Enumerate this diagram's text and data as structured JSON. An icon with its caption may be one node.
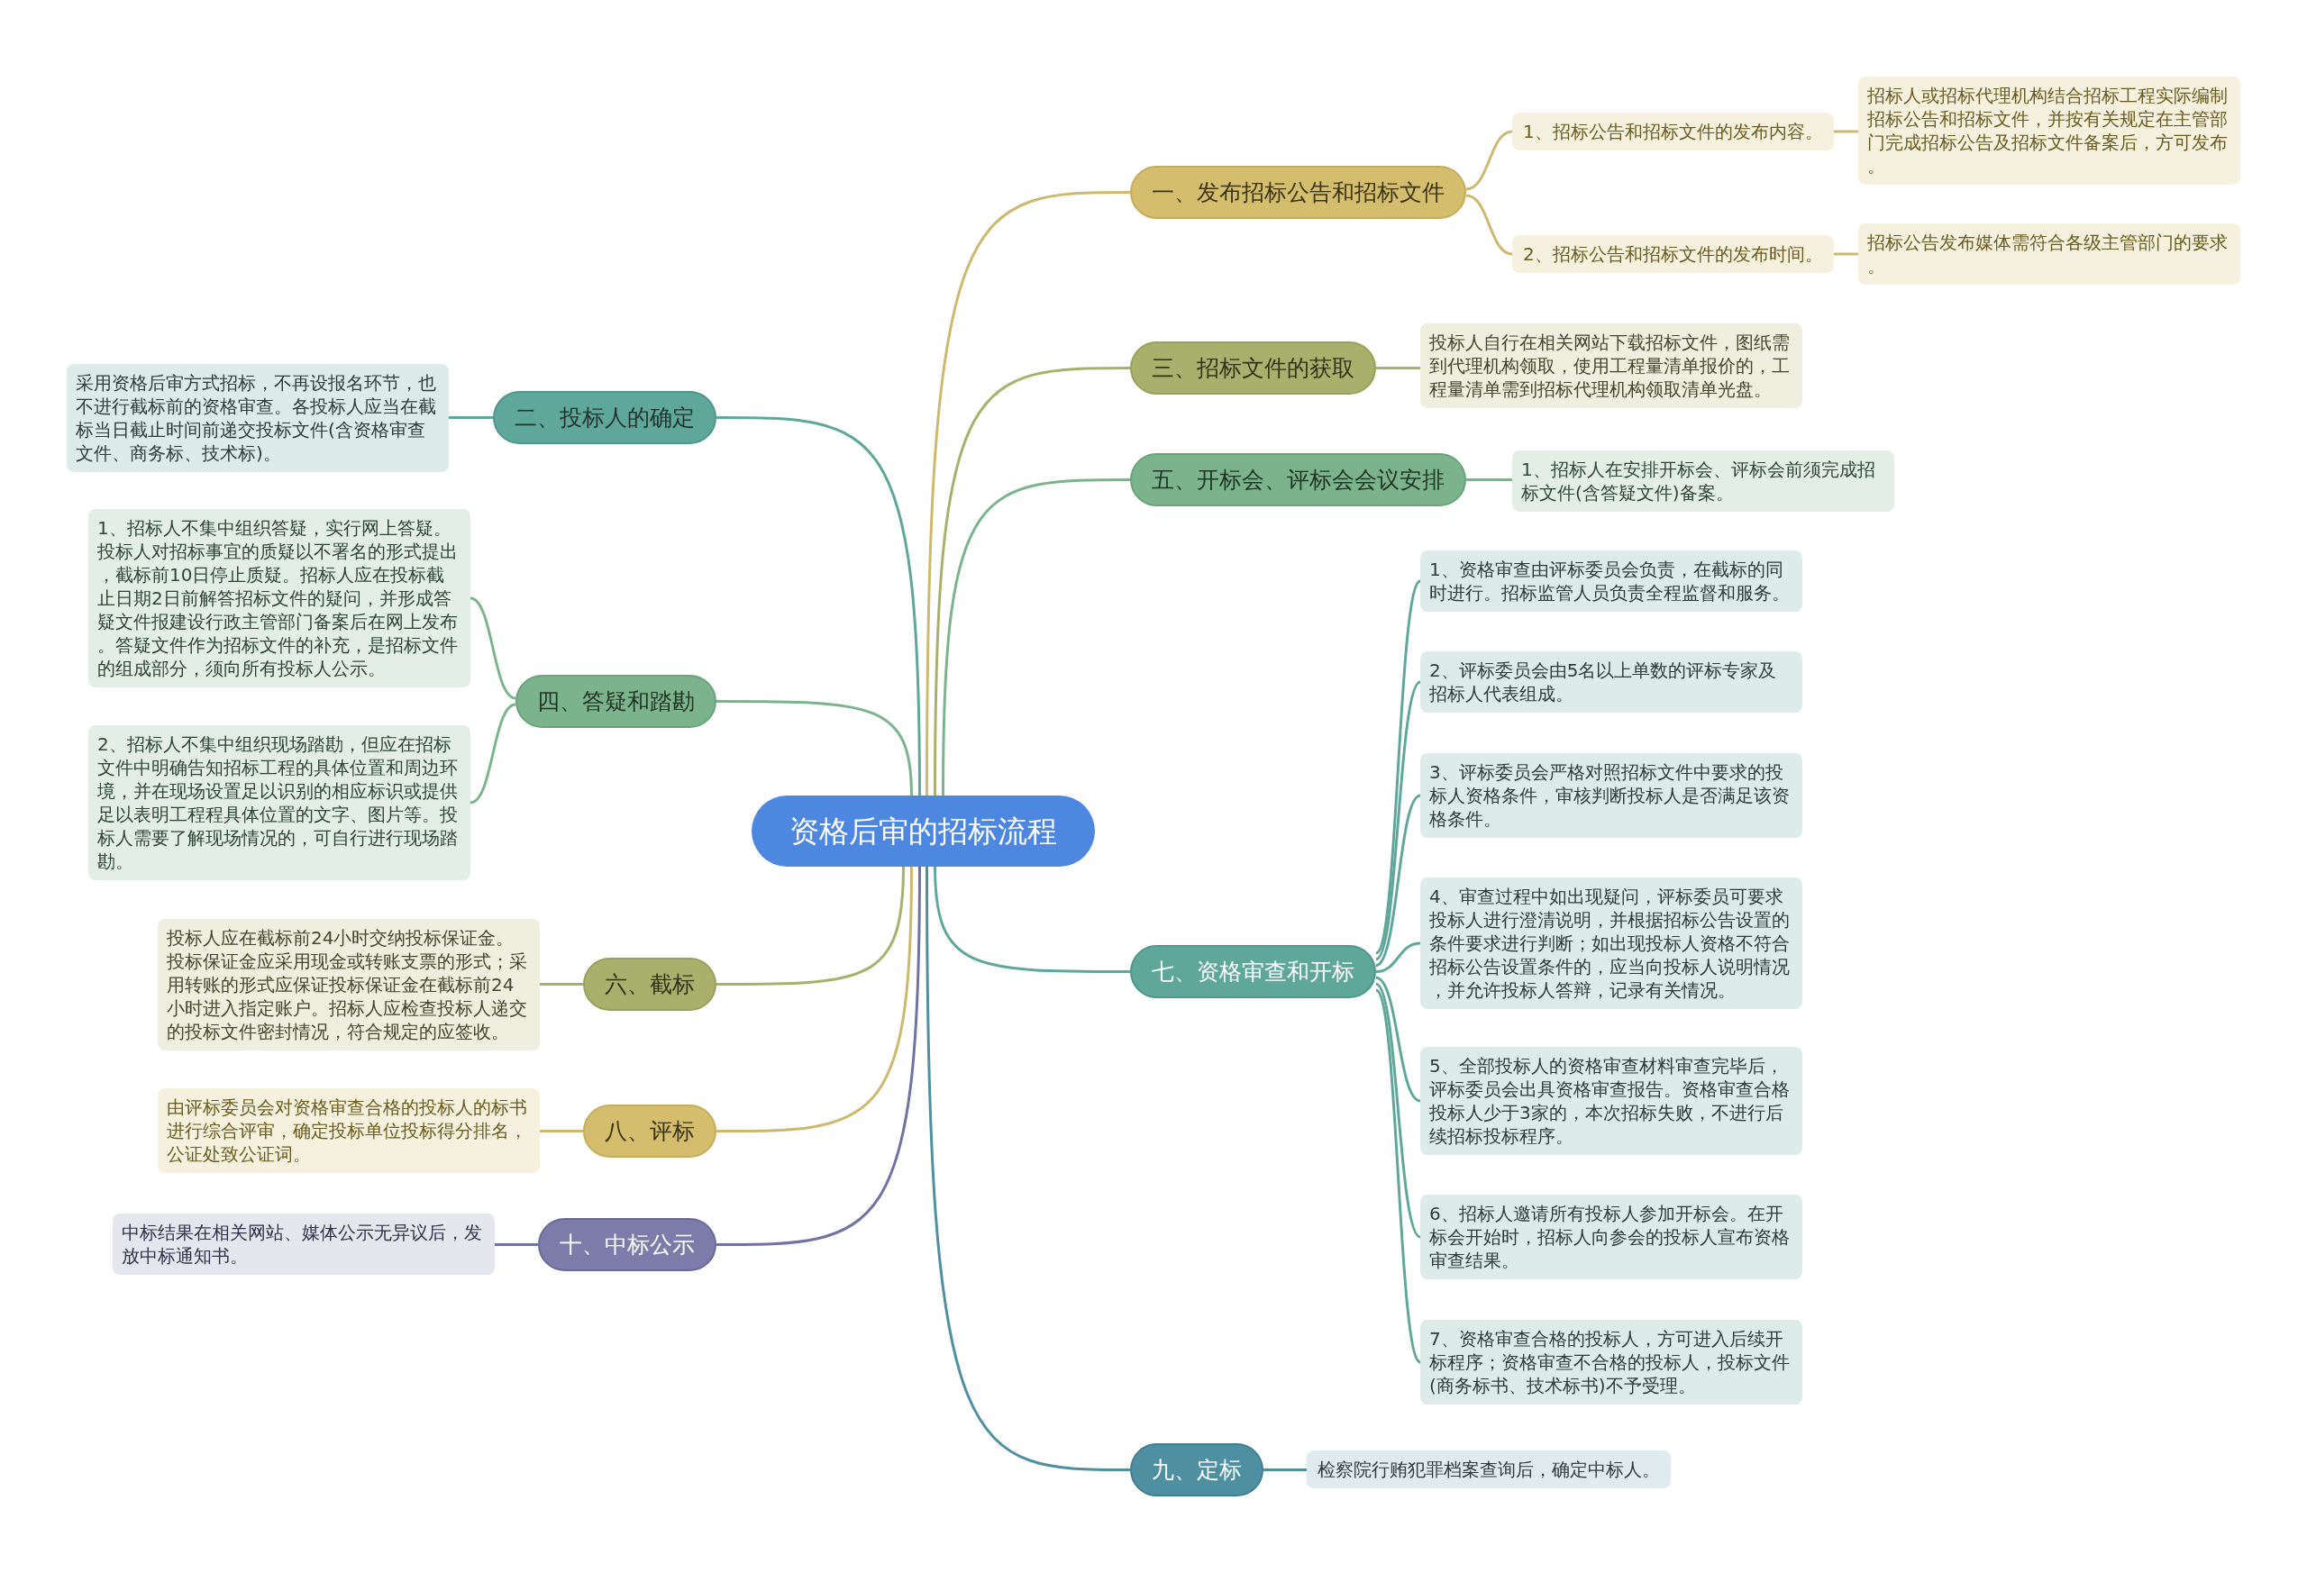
{
  "diagram": {
    "nodes": [
      {
        "text": [
          "资格后审的招标流程"
        ]
      },
      {
        "text": [
          "一、发布招标公告和招标文件"
        ]
      },
      {
        "text": [
          "1、招标公告和招标文件的发布内容。"
        ]
      },
      {
        "text": [
          "招标人或招标代理机构结合招标工程实际编制招标公告和招标文件，并按有关规定在主管部门完成招标公告及招标文件备案后，方可发布。"
        ]
      },
      {
        "text": [
          "2、招标公告和招标文件的发布时间。"
        ]
      },
      {
        "text": [
          "招标公告发布媒体需符合各级主管部门的要求。"
        ]
      },
      {
        "text": [
          "二、投标人的确定"
        ]
      },
      {
        "text": [
          "采用资格后审方式招标，不再设报名环节，也不进行截标前的资格审查。各投标人应当在截标当日截止时间前递交投标文件(含资格审查文件、商务标、技术标)。"
        ]
      },
      {
        "text": [
          "三、招标文件的获取"
        ]
      },
      {
        "text": [
          "投标人自行在相关网站下载招标文件，图纸需到代理机构领取，使用工程量清单报价的，工程量清单需到招标代理机构领取清单光盘。"
        ]
      },
      {
        "text": [
          "四、答疑和踏勘"
        ]
      },
      {
        "text": [
          "1、招标人不集中组织答疑，实行网上答疑。投标人对招标事宜的质疑以不署名的形式提出，截标前10日停止质疑。招标人应在投标截止日期2日前解答招标文件的疑问，并形成答疑文件报建设行政主管部门备案后在网上发布。答疑文件作为招标文件的补充，是招标文件的组成部分，须向所有投标人公示。"
        ]
      },
      {
        "text": [
          "2、招标人不集中组织现场踏勘，但应在招标文件中明确告知招标工程的具体位置和周边环境，并在现场设置足以识别的相应标识或提供足以表明工程程具体位置的文字、图片等。投标人需要了解现场情况的，可自行进行现场踏勘。"
        ]
      },
      {
        "text": [
          "五、开标会、评标会会议安排"
        ]
      },
      {
        "text": [
          "1、招标人在安排开标会、评标会前须完成招标文件(含答疑文件)备案。"
        ]
      },
      {
        "text": [
          "六、截标"
        ]
      },
      {
        "text": [
          "投标人应在截标前24小时交纳投标保证金。投标保证金应采用现金或转账支票的形式；采用转账的形式应保证投标保证金在截标前24小时进入指定账户。招标人应检查投标人递交的投标文件密封情况，符合规定的应签收。"
        ]
      },
      {
        "text": [
          "七、资格审查和开标"
        ]
      },
      {
        "text": [
          "1、资格审查由评标委员会负责，在截标的同时进行。招标监管人员负责全程监督和服务。"
        ]
      },
      {
        "text": [
          "2、评标委员会由5名以上单数的评标专家及招标人代表组成。"
        ]
      },
      {
        "text": [
          "3、评标委员会严格对照招标文件中要求的投标人资格条件，审核判断投标人是否满足该资格条件。"
        ]
      },
      {
        "text": [
          "4、审查过程中如出现疑问，评标委员可要求投标人进行澄清说明，并根据招标公告设置的条件要求进行判断；如出现投标人资格不符合招标公告设置条件的，应当向投标人说明情况，并允许投标人答辩，记录有关情况。"
        ]
      },
      {
        "text": [
          "5、全部投标人的资格审查材料审查完毕后，评标委员会出具资格审查报告。资格审查合格投标人少于3家的，本次招标失败，不进行后续招标投标程序。"
        ]
      },
      {
        "text": [
          "6、招标人邀请所有投标人参加开标会。在开标会开始时，招标人向参会的投标人宣布资格审查结果。"
        ]
      },
      {
        "text": [
          "7、资格审查合格的投标人，方可进入后续开标程序；资格审查不合格的投标人，投标文件(商务标书、技术标书)不予受理。"
        ]
      },
      {
        "text": [
          "八、评标"
        ]
      },
      {
        "text": [
          "由评标委员会对资格审查合格的投标人的标书进行综合评审，确定投标单位投标得分排名，公证处致公证词。"
        ]
      },
      {
        "text": [
          "九、定标"
        ]
      },
      {
        "text": [
          "检察院行贿犯罪档案查询后，确定中标人。"
        ]
      },
      {
        "text": [
          "十、中标公示"
        ]
      },
      {
        "text": [
          "中标结果在相关网站、媒体公示无异议后，发放中标通知书。"
        ]
      }
    ],
    "edges": [
      {
        "from": 0,
        "to": 1,
        "arrow": "none",
        "color": "#cdb86c"
      },
      {
        "from": 1,
        "to": 2,
        "arrow": "none",
        "color": "#cdb86c"
      },
      {
        "from": 2,
        "to": 3,
        "arrow": "none",
        "color": "#cdb86c"
      },
      {
        "from": 1,
        "to": 4,
        "arrow": "none",
        "color": "#cdb86c"
      },
      {
        "from": 4,
        "to": 5,
        "arrow": "none",
        "color": "#cdb86c"
      },
      {
        "from": 0,
        "to": 6,
        "arrow": "none"
      },
      {
        "from": 6,
        "to": 7,
        "arrow": "none"
      },
      {
        "from": 0,
        "to": 8,
        "arrow": "none",
        "color": "#a9b06c"
      },
      {
        "from": 8,
        "to": 9,
        "arrow": "none",
        "color": "#a9b06c"
      },
      {
        "from": 0,
        "to": 10,
        "arrow": "none",
        "color": "#7bb48c"
      },
      {
        "from": 10,
        "to": 11,
        "arrow": "none",
        "color": "#7bb48c"
      },
      {
        "from": 10,
        "to": 12,
        "arrow": "none",
        "color": "#7bb48c"
      },
      {
        "from": 0,
        "to": 13,
        "arrow": "none",
        "color": "#7bb48c"
      },
      {
        "from": 13,
        "to": 14,
        "arrow": "none",
        "color": "#7bb48c"
      },
      {
        "from": 0,
        "to": 15,
        "arrow": "none",
        "color": "#a9b06c"
      },
      {
        "from": 15,
        "to": 16,
        "arrow": "none",
        "color": "#a9b06c"
      },
      {
        "from": 0,
        "to": 17,
        "arrow": "none"
      },
      {
        "from": 17,
        "to": 18,
        "arrow": "none"
      },
      {
        "from": 17,
        "to": 19,
        "arrow": "none"
      },
      {
        "from": 17,
        "to": 20,
        "arrow": "none"
      },
      {
        "from": 17,
        "to": 21,
        "arrow": "none"
      },
      {
        "from": 17,
        "to": 22,
        "arrow": "none"
      },
      {
        "from": 17,
        "to": 23,
        "arrow": "none"
      },
      {
        "from": 17,
        "to": 24,
        "arrow": "none"
      },
      {
        "from": 0,
        "to": 25,
        "arrow": "none",
        "color": "#cdb86c"
      },
      {
        "from": 25,
        "to": 26,
        "arrow": "none",
        "color": "#cdb86c"
      },
      {
        "from": 0,
        "to": 27,
        "arrow": "none",
        "color": "#4e8fa1"
      },
      {
        "from": 27,
        "to": 28,
        "arrow": "none",
        "color": "#4e8fa1"
      },
      {
        "from": 0,
        "to": 29,
        "arrow": "none",
        "color": "#7272a2"
      },
      {
        "from": 29,
        "to": 30,
        "arrow": "none",
        "color": "#7272a2"
      }
    ]
  }
}
